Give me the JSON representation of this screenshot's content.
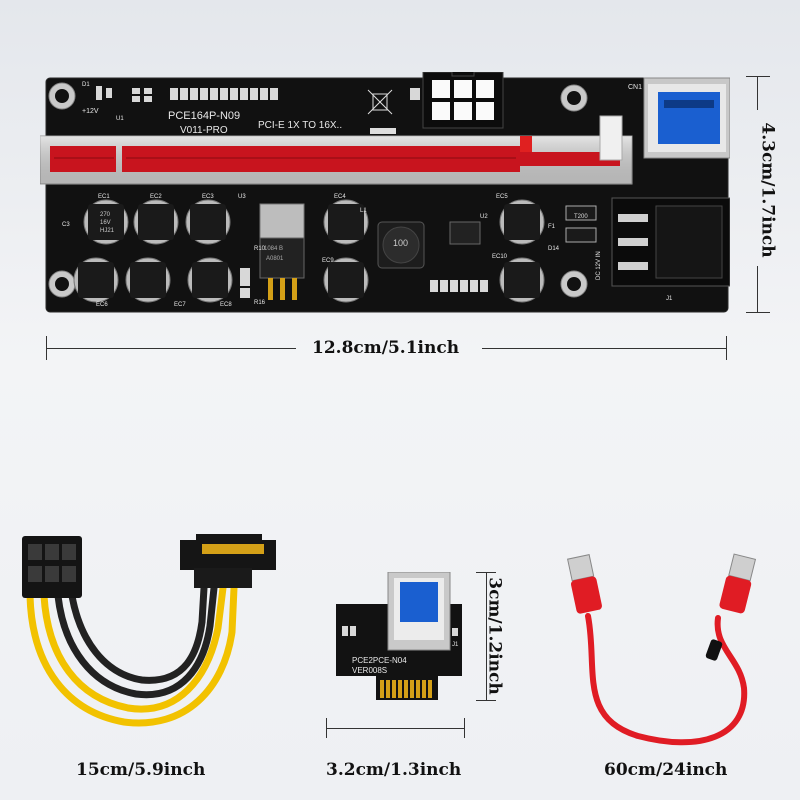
{
  "board": {
    "model_line1": "PCE164P-N09",
    "model_line2": "V011-PRO",
    "pcie_text": "PCI-E 1X TO 16X..",
    "plus12v": "+12V",
    "dc_label": "DC 12V IN",
    "usb_label": "CN1",
    "j1_label": "J1",
    "u1": "U1",
    "u2": "U2",
    "u3": "U3",
    "d1": "D1",
    "d14": "D14",
    "f1": "F1",
    "l1": "L1",
    "c3": "C3",
    "r10": "R10",
    "r16": "R16",
    "ec_labels": [
      "EC1",
      "EC2",
      "EC3",
      "EC4",
      "EC5",
      "EC6",
      "EC7",
      "EC8",
      "EC9",
      "EC10"
    ],
    "cap_text": [
      "270",
      "16V",
      "HJ21"
    ],
    "inductor_text": "100",
    "regulator_text": [
      "1084 B",
      "A0801"
    ],
    "fuse_text": "T200"
  },
  "dimensions": {
    "board_width": "12.8cm/5.1inch",
    "board_height": "4.3cm/1.7inch",
    "cable_6pin": "15cm/5.9inch",
    "card_width": "3.2cm/1.3inch",
    "card_height": "3cm/1.2inch",
    "usb_cable": "60cm/24inch"
  },
  "card": {
    "line1": "PCE2PCE-N04",
    "line2": "VER008S",
    "j1": "J1"
  },
  "colors": {
    "pcb": "#101010",
    "slot_red": "#c8141e",
    "usb_blue": "#1a5fd0",
    "cable_red": "#e01c24",
    "wire_yellow": "#f2c200",
    "gold": "#d4a017"
  }
}
